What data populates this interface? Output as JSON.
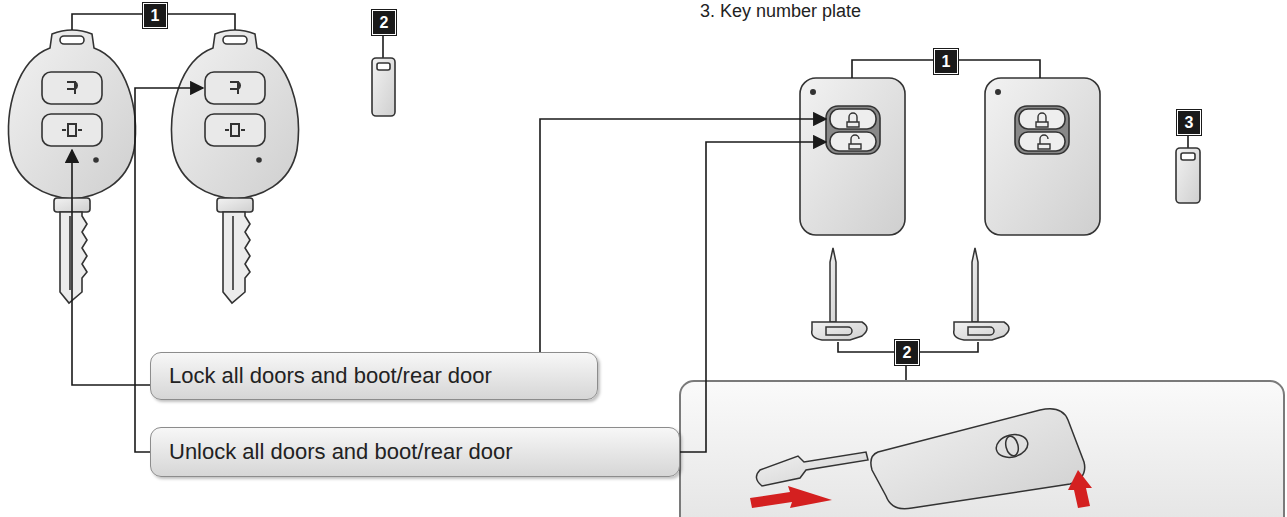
{
  "diagram": {
    "nodes": [
      {
        "text": [
          "Lock all doors and boot/rear door"
        ]
      },
      {
        "text": [
          "Unlock all doors and boot/rear door"
        ]
      }
    ],
    "labels": [
      "3. Key number plate",
      "1",
      "2",
      "1",
      "3",
      "2"
    ]
  }
}
